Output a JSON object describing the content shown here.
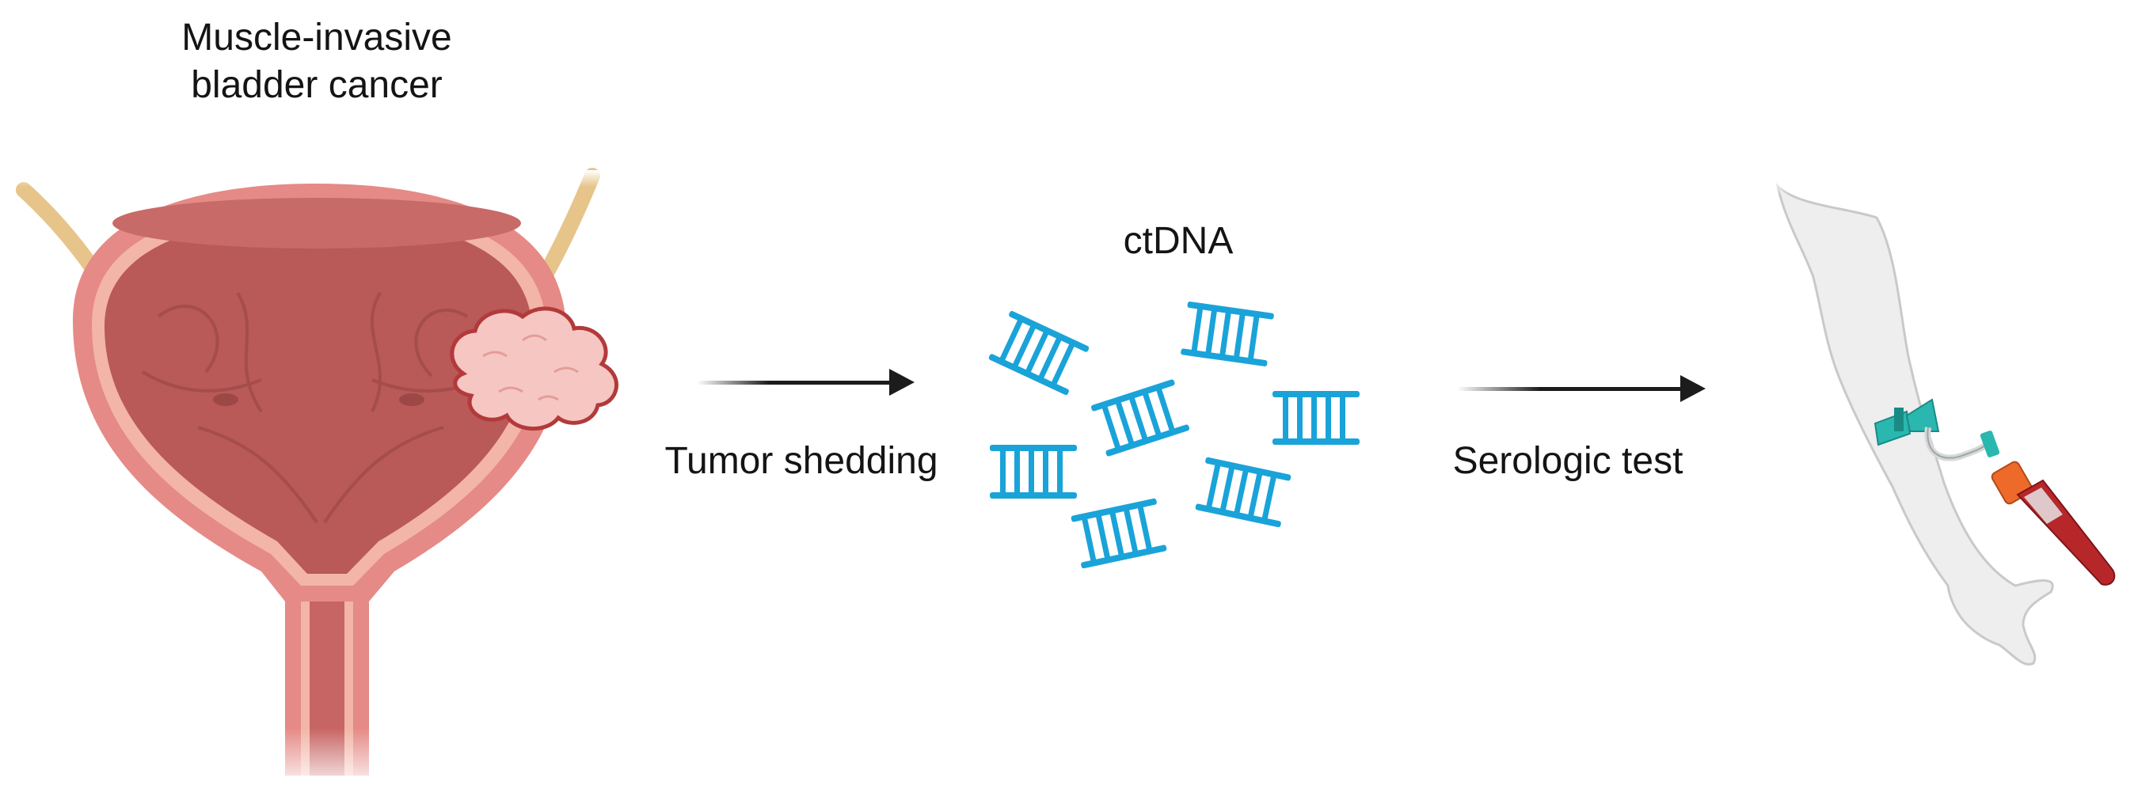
{
  "labels": {
    "cancer_title_line1": "Muscle-invasive",
    "cancer_title_line2": "bladder cancer",
    "arrow1_label": "Tumor shedding",
    "ctdna_label": "ctDNA",
    "arrow2_label": "Serologic test"
  },
  "colors": {
    "bladder_wall": "#e58a86",
    "bladder_lumen": "#b95958",
    "tumor": "#f6c6c2",
    "ureter": "#e6c48a",
    "dna": "#1aa3d9",
    "arrow": "#1c1c1c",
    "arm": "#eeeeee",
    "tourniquet": "#2ab7b0",
    "tube_cap": "#ee6a2a",
    "blood": "#b7272a"
  },
  "icons": {
    "bladder": "bladder-anatomy-icon",
    "tumor": "tumor-mass-icon",
    "dna": "dna-fragment-icon",
    "arm": "arm-blood-draw-icon"
  }
}
